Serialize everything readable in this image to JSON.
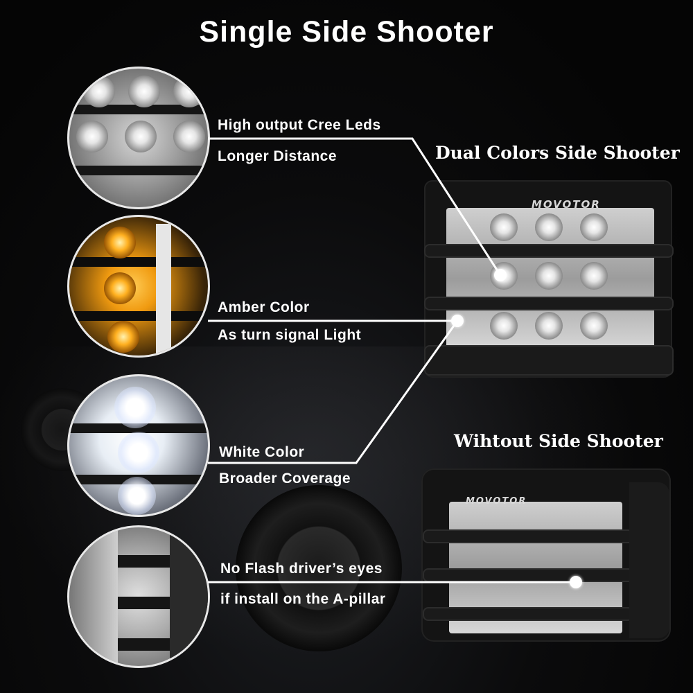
{
  "title": "Single Side Shooter",
  "product_titles": {
    "dual": "Dual Colors Side Shooter",
    "without": "Wihtout Side Shooter"
  },
  "brand": "MOVOTOR",
  "features": [
    {
      "line1": "High output Cree Leds",
      "line2": "Longer Distance"
    },
    {
      "line1": "Amber Color",
      "line2": "As turn signal Light"
    },
    {
      "line1": "White Color",
      "line2": "Broader Coverage"
    },
    {
      "line1": "No Flash driver’s eyes",
      "line2": "if install on the A-pillar"
    }
  ],
  "colors": {
    "background": "#070707",
    "text": "#ffffff",
    "line": "#ffffff",
    "amber": "#f09a10"
  }
}
